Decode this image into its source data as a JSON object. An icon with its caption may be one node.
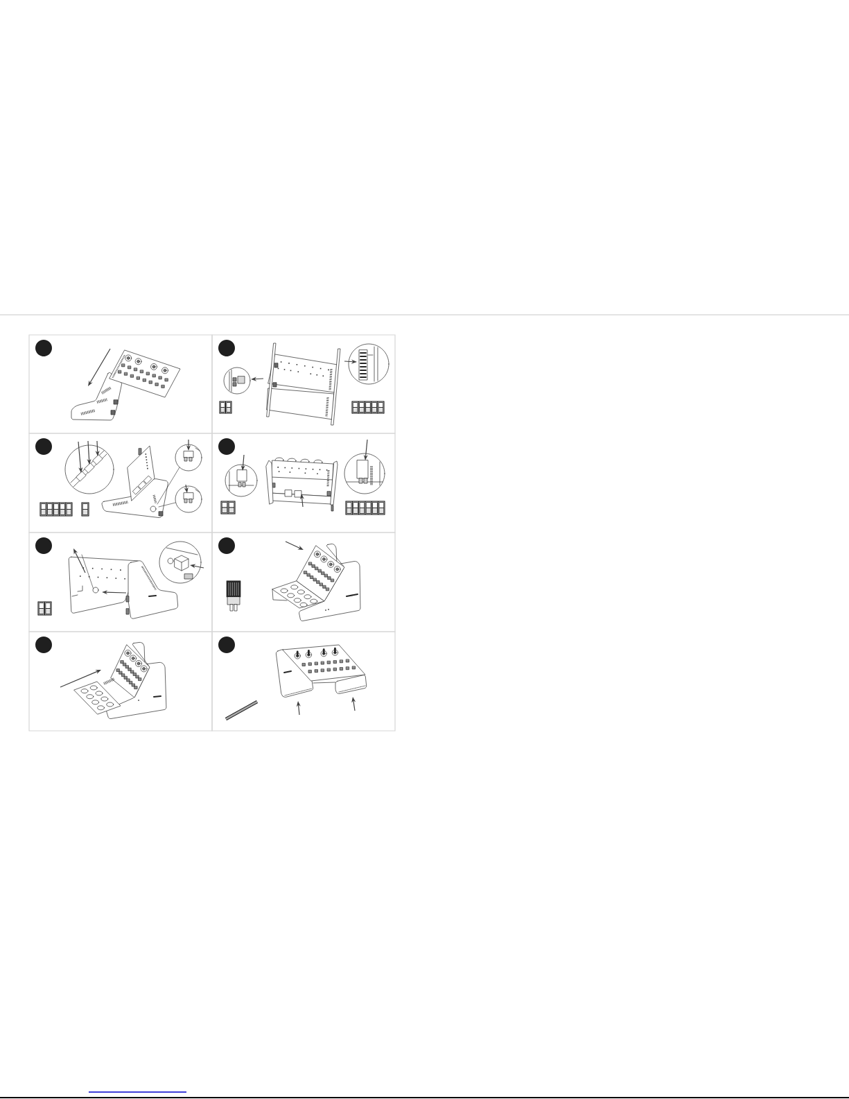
{
  "diagram": {
    "nodes": [
      {
        "text": [],
        "shape": "box"
      },
      {
        "text": [],
        "shape": "circle",
        "in": 0
      },
      {
        "text": [],
        "shape": "box"
      },
      {
        "text": [],
        "shape": "circle",
        "in": 2
      },
      {
        "text": [],
        "shape": "box"
      },
      {
        "text": [],
        "shape": "circle",
        "in": 4
      },
      {
        "text": [],
        "shape": "box"
      },
      {
        "text": [],
        "shape": "circle",
        "in": 6
      },
      {
        "text": [],
        "shape": "box"
      },
      {
        "text": [],
        "shape": "circle",
        "in": 8
      },
      {
        "text": [],
        "shape": "box"
      },
      {
        "text": [],
        "shape": "circle",
        "in": 10
      },
      {
        "text": [],
        "shape": "box"
      },
      {
        "text": [],
        "shape": "circle",
        "in": 12
      },
      {
        "text": [],
        "shape": "box"
      },
      {
        "text": [],
        "shape": "circle",
        "in": 14
      }
    ]
  }
}
